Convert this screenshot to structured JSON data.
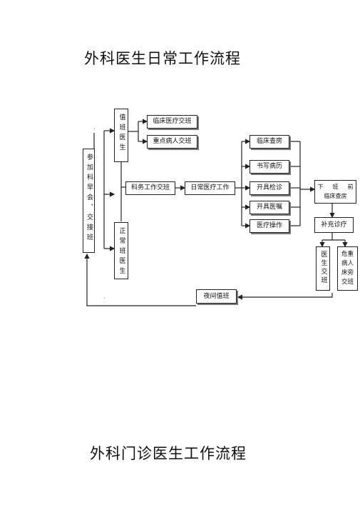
{
  "titles": {
    "main": "外科医生日常工作流程",
    "second": "外科门诊医生工作流程"
  },
  "nodes": {
    "morning_meeting": "参加科早会、交接班",
    "duty_doctor": "值班医生",
    "regular_doctor": "正常班医生",
    "clinical_handover": "临床医疗交班",
    "key_patient_handover": "重点病人交班",
    "dept_work_handover": "科务工作交班",
    "daily_work": "日常医疗工作",
    "ward_round": "临床查房",
    "write_records": "书写病历",
    "order_tests": "开具检诊",
    "order_prescriptions": "开具医嘱",
    "procedures": "医疗操作",
    "afternoon_round_top": "下 　 班 　 前",
    "afternoon_round_bottom": "临床查房",
    "supplementary_treatment": "补充诊疗",
    "doctor_handover": "医生交班",
    "critical_bedside_handover": "危重病人床旁交班",
    "night_duty": "夜间值班"
  }
}
